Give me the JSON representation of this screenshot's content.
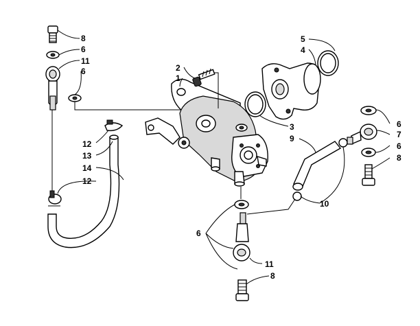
{
  "callouts": {
    "c8_top": "8",
    "c6_top": "6",
    "c11_top": "11",
    "c6_mid": "6",
    "c2": "2",
    "c1": "1",
    "c5": "5",
    "c4": "4",
    "c3": "3",
    "c9": "9",
    "c12_top": "12",
    "c13": "13",
    "c14": "14",
    "c12_bot": "12",
    "c6_right_top": "6",
    "c7": "7",
    "c6_right_bot": "6",
    "c8_right": "8",
    "c10": "10",
    "c6_bottom": "6",
    "c11_bottom": "11",
    "c8_bottom": "8"
  }
}
